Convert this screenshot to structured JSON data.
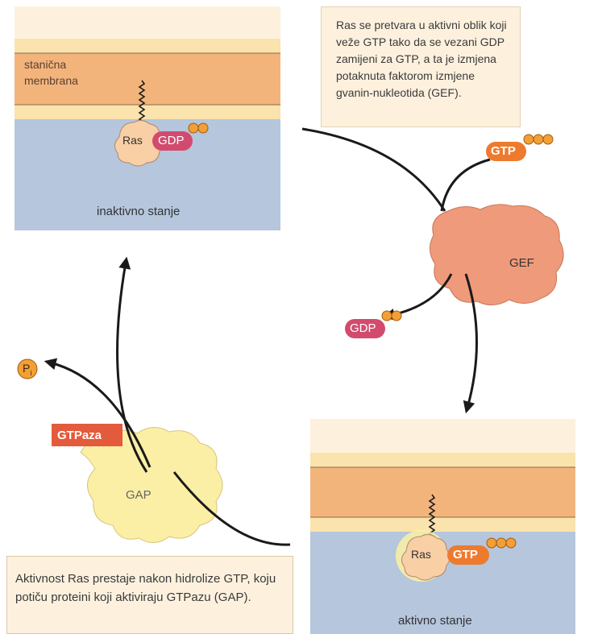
{
  "panel_top_left": {
    "membrane_label_line1": "stanična",
    "membrane_label_line2": "membrana",
    "ras_label": "Ras",
    "gdp_label": "GDP",
    "state_label": "inaktivno stanje"
  },
  "caption_top": "Ras se pretvara u aktivni oblik koji veže GTP tako da se vezani GDP zamijeni za GTP, a ta je izmjena potaknuta faktorom izmjene gvanin-nukleotida (GEF).",
  "gtp_in_label": "GTP",
  "gef_label": "GEF",
  "gdp_out_label": "GDP",
  "pi_label": "P",
  "pi_subscript": "i",
  "gtpase_label": "GTPaza",
  "gap_label": "GAP",
  "panel_bottom_right": {
    "ras_label": "Ras",
    "gtp_label": "GTP",
    "state_label": "aktivno stanje"
  },
  "caption_bottom": "Aktivnost Ras prestaje nakon hidrolize GTP, koju potiču proteini koji aktiviraju GTPazu (GAP).",
  "colors": {
    "membrane_light": "#fbe3ad",
    "membrane_dark": "#f3b47c",
    "cytoplasm": "#b5c6dd",
    "extracellular": "#fdf1de",
    "ras": "#f9cfa6",
    "gdp_gtp_pill": "#d24b6e",
    "gtp_pill": "#ee7a2e",
    "phosphate": "#f2a035",
    "gef": "#ef9a7a",
    "gap": "#fbefa5",
    "gtpase_box": "#e45a3c"
  }
}
